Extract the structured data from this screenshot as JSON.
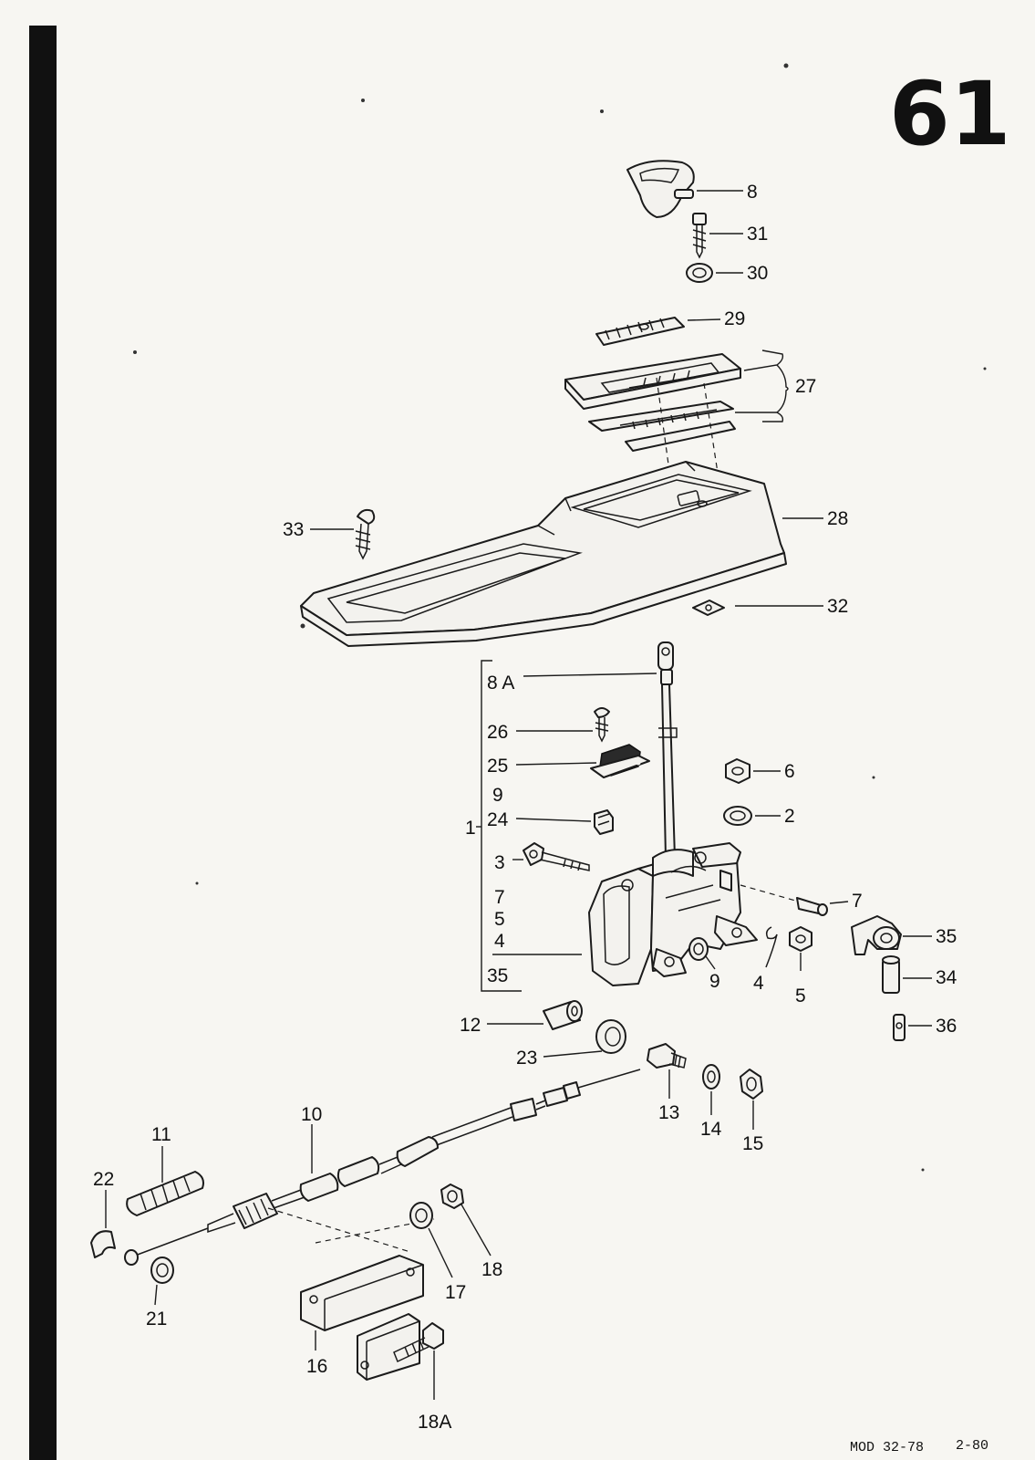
{
  "page_number": "61",
  "footer": {
    "model": "MOD 32-78",
    "date": "2-80"
  },
  "callouts": {
    "c8": "8",
    "c31": "31",
    "c30": "30",
    "c29": "29",
    "c27": "27",
    "c28": "28",
    "c33": "33",
    "c32": "32",
    "c8a": "8 A",
    "c26": "26",
    "c25": "25",
    "g9": "9",
    "c24": "24",
    "c1": "1",
    "c3": "3",
    "g7": "7",
    "g5": "5",
    "g4": "4",
    "c35g": "35",
    "c6": "6",
    "c2": "2",
    "c7": "7",
    "c35": "35",
    "c34": "34",
    "c36": "36",
    "c9": "9",
    "c4": "4",
    "c5": "5",
    "c12": "12",
    "c23": "23",
    "c13": "13",
    "c14": "14",
    "c15": "15",
    "c10": "10",
    "c11": "11",
    "c22": "22",
    "c21": "21",
    "c17": "17",
    "c18": "18",
    "c16": "16",
    "c18a": "18A"
  }
}
